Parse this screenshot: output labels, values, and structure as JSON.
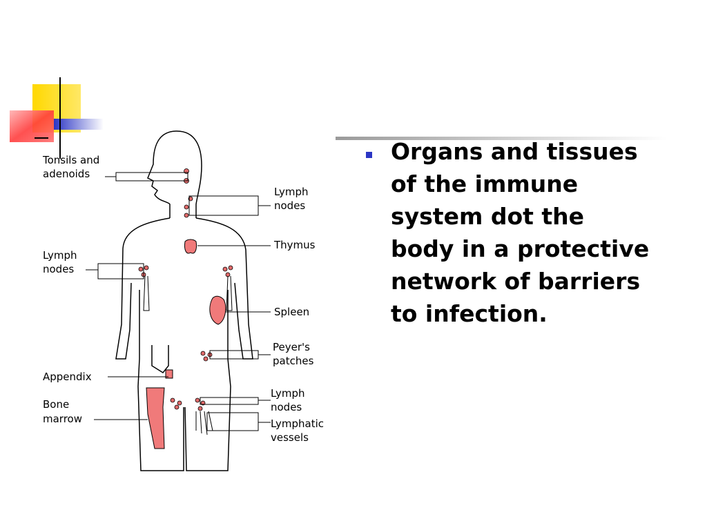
{
  "slide": {
    "bullet": "Organs and tissues of the immune system dot the body in a protective network of barriers to infection."
  },
  "diagram": {
    "labels": {
      "tonsils_line1": "Tonsils and",
      "tonsils_line2": "adenoids",
      "lymph_upper_line1": "Lymph",
      "lymph_upper_line2": "nodes",
      "thymus": "Thymus",
      "lymph_left_line1": "Lymph",
      "lymph_left_line2": "nodes",
      "spleen": "Spleen",
      "peyers_line1": "Peyer's",
      "peyers_line2": "patches",
      "appendix": "Appendix",
      "bone_line1": "Bone",
      "bone_line2": "marrow",
      "lymph_lower_line1": "Lymph",
      "lymph_lower_line2": "nodes",
      "vessels_line1": "Lymphatic",
      "vessels_line2": "vessels"
    }
  },
  "colors": {
    "organ": "#f07a7a",
    "node": "#e06a6a",
    "accent_yellow": "#ffd800",
    "accent_blue": "#2b35c4",
    "accent_red": "#ff3d3d"
  }
}
